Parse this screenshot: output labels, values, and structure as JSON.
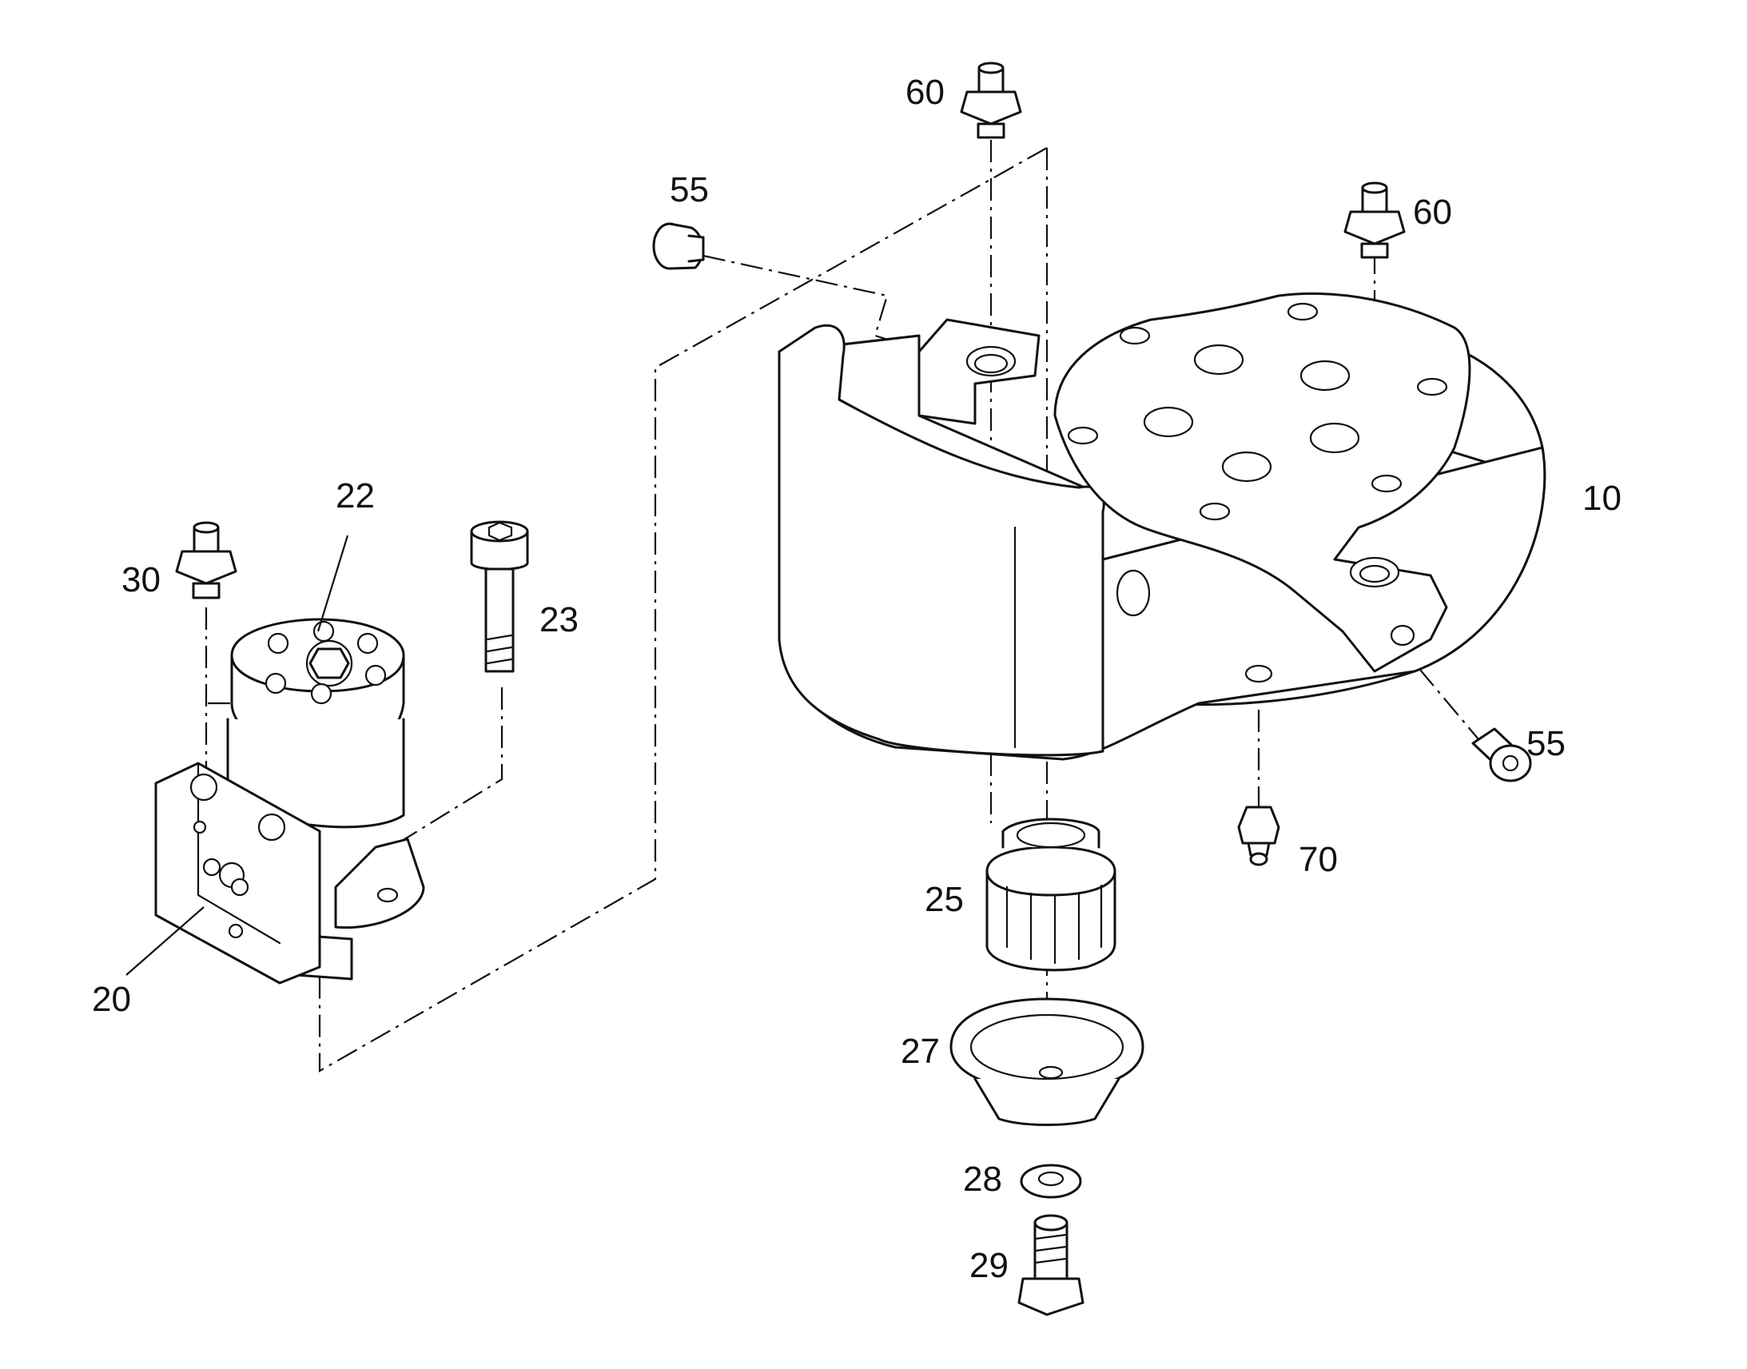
{
  "figure": {
    "callouts": {
      "c10": "10",
      "c20": "20",
      "c22": "22",
      "c23": "23",
      "c25": "25",
      "c27": "27",
      "c28": "28",
      "c29": "29",
      "c30": "30",
      "c55_top": "55",
      "c55_right": "55",
      "c60_top": "60",
      "c60_right": "60",
      "c70": "70"
    },
    "colors": {
      "line": "#111111",
      "background": "#ffffff"
    }
  }
}
